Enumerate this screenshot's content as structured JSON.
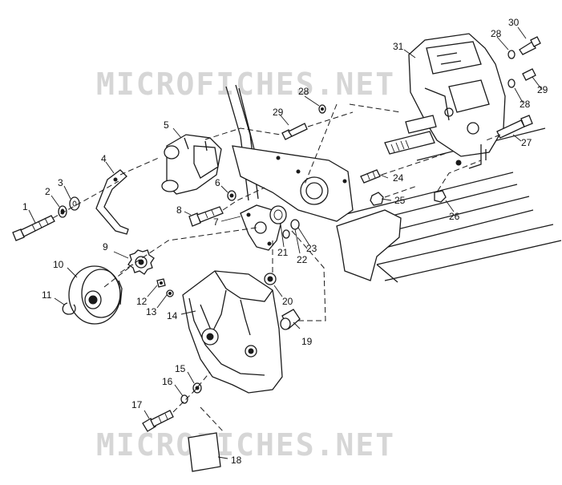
{
  "watermark": "MICROFICHES.NET",
  "parts": [
    {
      "id": "1"
    },
    {
      "id": "2"
    },
    {
      "id": "3"
    },
    {
      "id": "4"
    },
    {
      "id": "5"
    },
    {
      "id": "6"
    },
    {
      "id": "7"
    },
    {
      "id": "8"
    },
    {
      "id": "9"
    },
    {
      "id": "10"
    },
    {
      "id": "11"
    },
    {
      "id": "12"
    },
    {
      "id": "13"
    },
    {
      "id": "14"
    },
    {
      "id": "15"
    },
    {
      "id": "16"
    },
    {
      "id": "17"
    },
    {
      "id": "18"
    },
    {
      "id": "19"
    },
    {
      "id": "20"
    },
    {
      "id": "21"
    },
    {
      "id": "22"
    },
    {
      "id": "23"
    },
    {
      "id": "24"
    },
    {
      "id": "25"
    },
    {
      "id": "26"
    },
    {
      "id": "27"
    },
    {
      "id": "28"
    },
    {
      "id": "29"
    },
    {
      "id": "30"
    },
    {
      "id": "31"
    }
  ]
}
